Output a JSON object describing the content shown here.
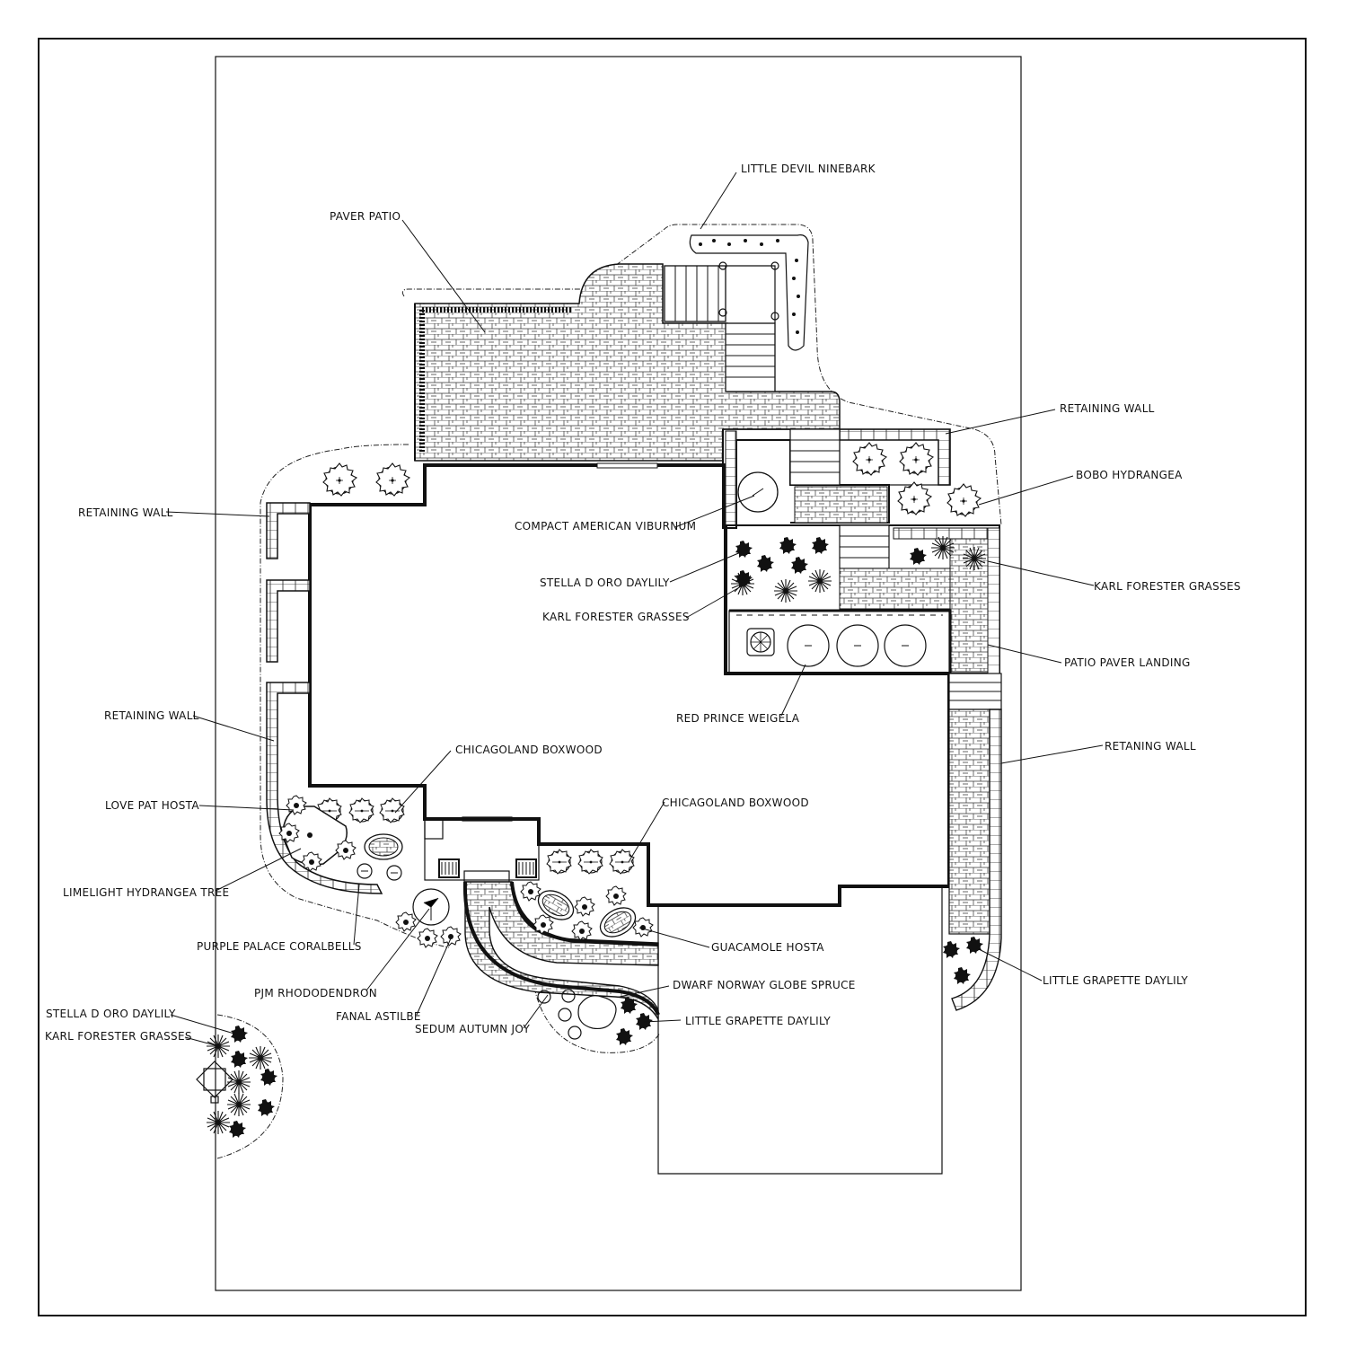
{
  "labels": {
    "little_devil_ninebark": "LITTLE DEVIL NINEBARK",
    "paver_patio": "PAVER PATIO",
    "retaining_wall_ne": "RETAINING WALL",
    "bobo_hydrangea": "BOBO HYDRANGEA",
    "retaining_wall_w1": "RETAINING WALL",
    "compact_american_viburnum": "COMPACT AMERICAN VIBURNUM",
    "karl_forester_grasses_e": "KARL FORESTER GRASSES",
    "stella_doro_daylily_c": "STELLA D ORO DAYLILY",
    "karl_forester_grasses_c": "KARL FORESTER GRASSES",
    "patio_paver_landing": "PATIO PAVER LANDING",
    "retaining_wall_w2": "RETAINING WALL",
    "red_prince_weigela": "RED PRINCE WEIGELA",
    "retaining_wall_e": "RETANING WALL",
    "chicagoland_boxwood_1": "CHICAGOLAND BOXWOOD",
    "love_pat_hosta": "LOVE PAT HOSTA",
    "chicagoland_boxwood_2": "CHICAGOLAND BOXWOOD",
    "limelight_hydrangea_tree": "LIMELIGHT HYDRANGEA TREE",
    "guacamole_hosta": "GUACAMOLE HOSTA",
    "purple_palace_coralbells": "PURPLE PALACE CORALBELLS",
    "little_grapette_daylily_e": "LITTLE GRAPETTE DAYLILY",
    "dwarf_norway_globe_spruce": "DWARF NORWAY GLOBE SPRUCE",
    "pjm_rhododendron": "PJM RHODODENDRON",
    "little_grapette_daylily_s": "LITTLE GRAPETTE DAYLILY",
    "fanal_astilbe": "FANAL ASTILBE",
    "sedum_autumn_joy": "SEDUM AUTUMN JOY",
    "stella_doro_daylily_sw": "STELLA D ORO DAYLILY",
    "karl_forester_grasses_sw": "KARL FORESTER GRASSES"
  }
}
